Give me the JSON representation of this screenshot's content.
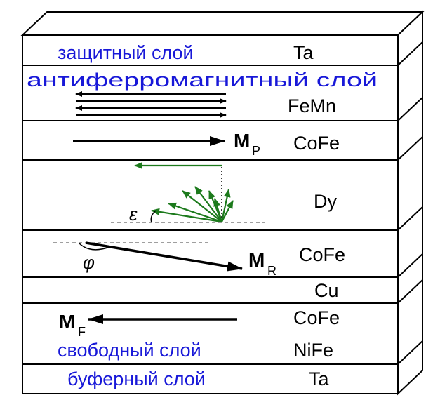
{
  "layers": [
    {
      "id": "cap",
      "description": "защитный слой",
      "material": "Ta"
    },
    {
      "id": "afm",
      "description": "антиферромагнитный слой",
      "material": "FeMn"
    },
    {
      "id": "pinned",
      "vector": "M",
      "vector_sub": "P",
      "material": "CoFe"
    },
    {
      "id": "dy",
      "material": "Dy"
    },
    {
      "id": "ref",
      "vector": "M",
      "vector_sub": "R",
      "material": "CoFe"
    },
    {
      "id": "spacer",
      "material": "Cu"
    },
    {
      "id": "free1",
      "vector": "M",
      "vector_sub": "F",
      "material": "CoFe"
    },
    {
      "id": "free2",
      "description": "свободный слой",
      "material": "NiFe"
    },
    {
      "id": "buffer",
      "description": "буферный слой",
      "material": "Ta"
    }
  ],
  "angles": {
    "epsilon": "ε",
    "phi": "φ"
  },
  "colors": {
    "text_blue": "#1818d8",
    "arrow_green": "#1c7a1c",
    "line": "#000000"
  }
}
